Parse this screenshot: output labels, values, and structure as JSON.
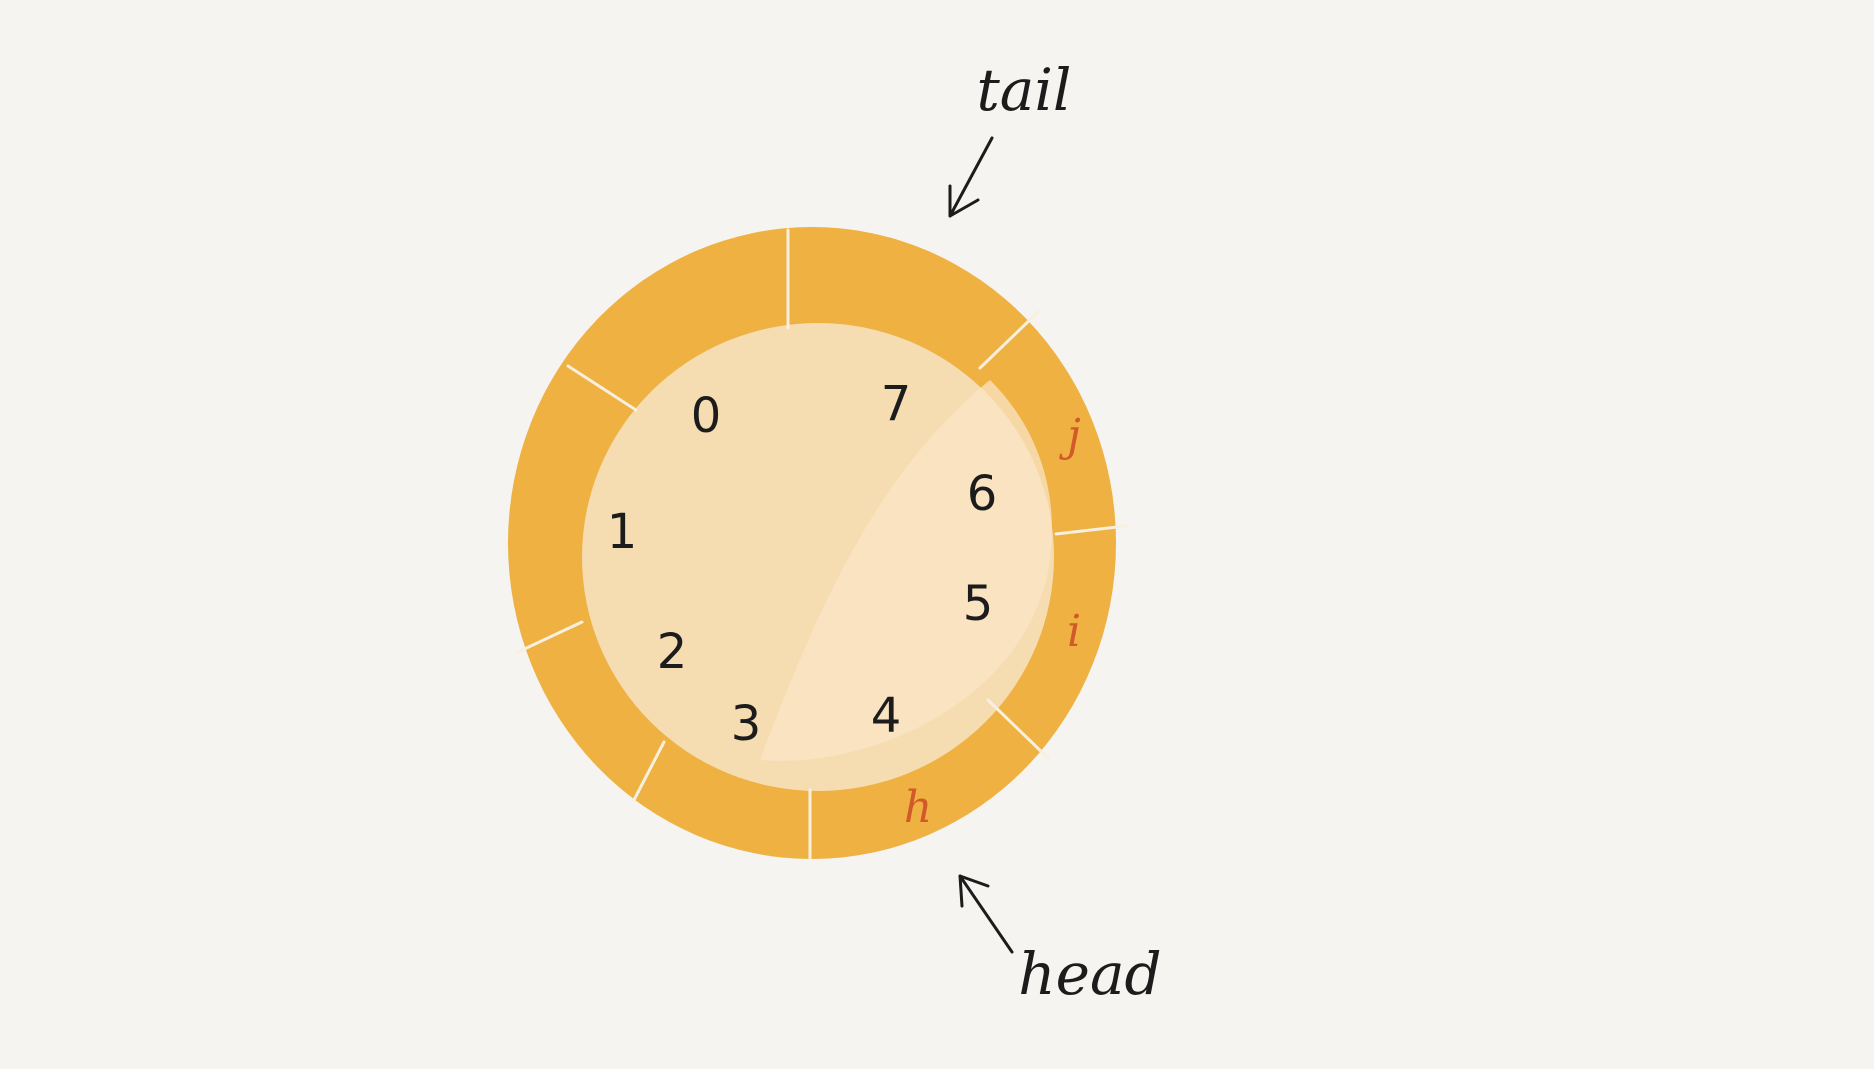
{
  "diagram": {
    "slots": [
      {
        "index": "0",
        "value": ""
      },
      {
        "index": "1",
        "value": ""
      },
      {
        "index": "2",
        "value": ""
      },
      {
        "index": "3",
        "value": ""
      },
      {
        "index": "4",
        "value": "h"
      },
      {
        "index": "5",
        "value": "i"
      },
      {
        "index": "6",
        "value": "j"
      },
      {
        "index": "7",
        "value": ""
      }
    ],
    "pointers": {
      "tail": "tail",
      "head": "head"
    },
    "colors": {
      "ring": "#eeb142",
      "inner": "#f6dcb1",
      "inner_highlight": "#f9e6c7",
      "divider": "#f8efde",
      "index_text": "#1c1c1c",
      "value_text": "#d2592a",
      "background": "#f5f4f0"
    }
  }
}
